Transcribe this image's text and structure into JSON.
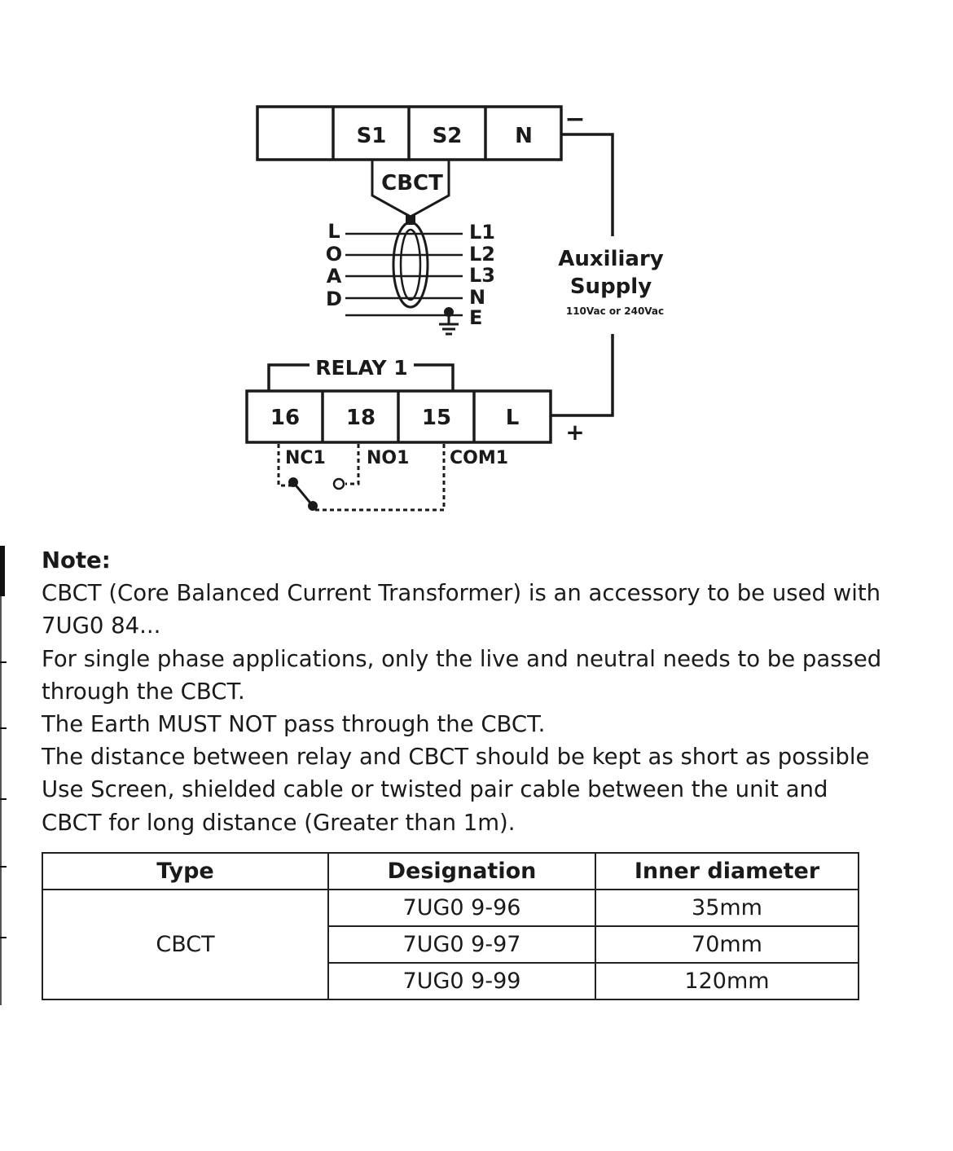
{
  "diagram": {
    "top_terminals": [
      "",
      "S1",
      "S2",
      "N"
    ],
    "cbct_label": "CBCT",
    "load_letters": [
      "L",
      "O",
      "A",
      "D"
    ],
    "line_labels": [
      "L1",
      "L2",
      "L3",
      "N",
      "E"
    ],
    "aux_supply": {
      "line1": "Auxiliary",
      "line2": "Supply",
      "voltage": "110Vac or 240Vac"
    },
    "minus_sign": "−",
    "plus_sign": "+",
    "relay_label": "RELAY 1",
    "bottom_terminals": [
      "16",
      "18",
      "15",
      "L"
    ],
    "contacts": [
      "NC1",
      "NO1",
      "COM1"
    ]
  },
  "notes": {
    "title": "Note:",
    "lines": [
      "CBCT  (Core Balanced Current Transformer) is an accessory to be used with",
      "7UG0 84...",
      "For single phase applications, only the live and neutral needs to be passed",
      "through the CBCT.",
      "The Earth MUST NOT pass through the CBCT.",
      "The distance between relay and CBCT should be kept as short as possible",
      "Use  Screen, shielded cable or twisted pair cable between the unit and",
      "CBCT for long distance (Greater than 1m)."
    ]
  },
  "table": {
    "headers": [
      "Type",
      "Designation",
      "Inner diameter"
    ],
    "type_value": "CBCT",
    "rows": [
      {
        "designation": "7UG0 9-96",
        "diameter": "35mm"
      },
      {
        "designation": "7UG0 9-97",
        "diameter": "70mm"
      },
      {
        "designation": "7UG0 9-99",
        "diameter": "120mm"
      }
    ]
  }
}
